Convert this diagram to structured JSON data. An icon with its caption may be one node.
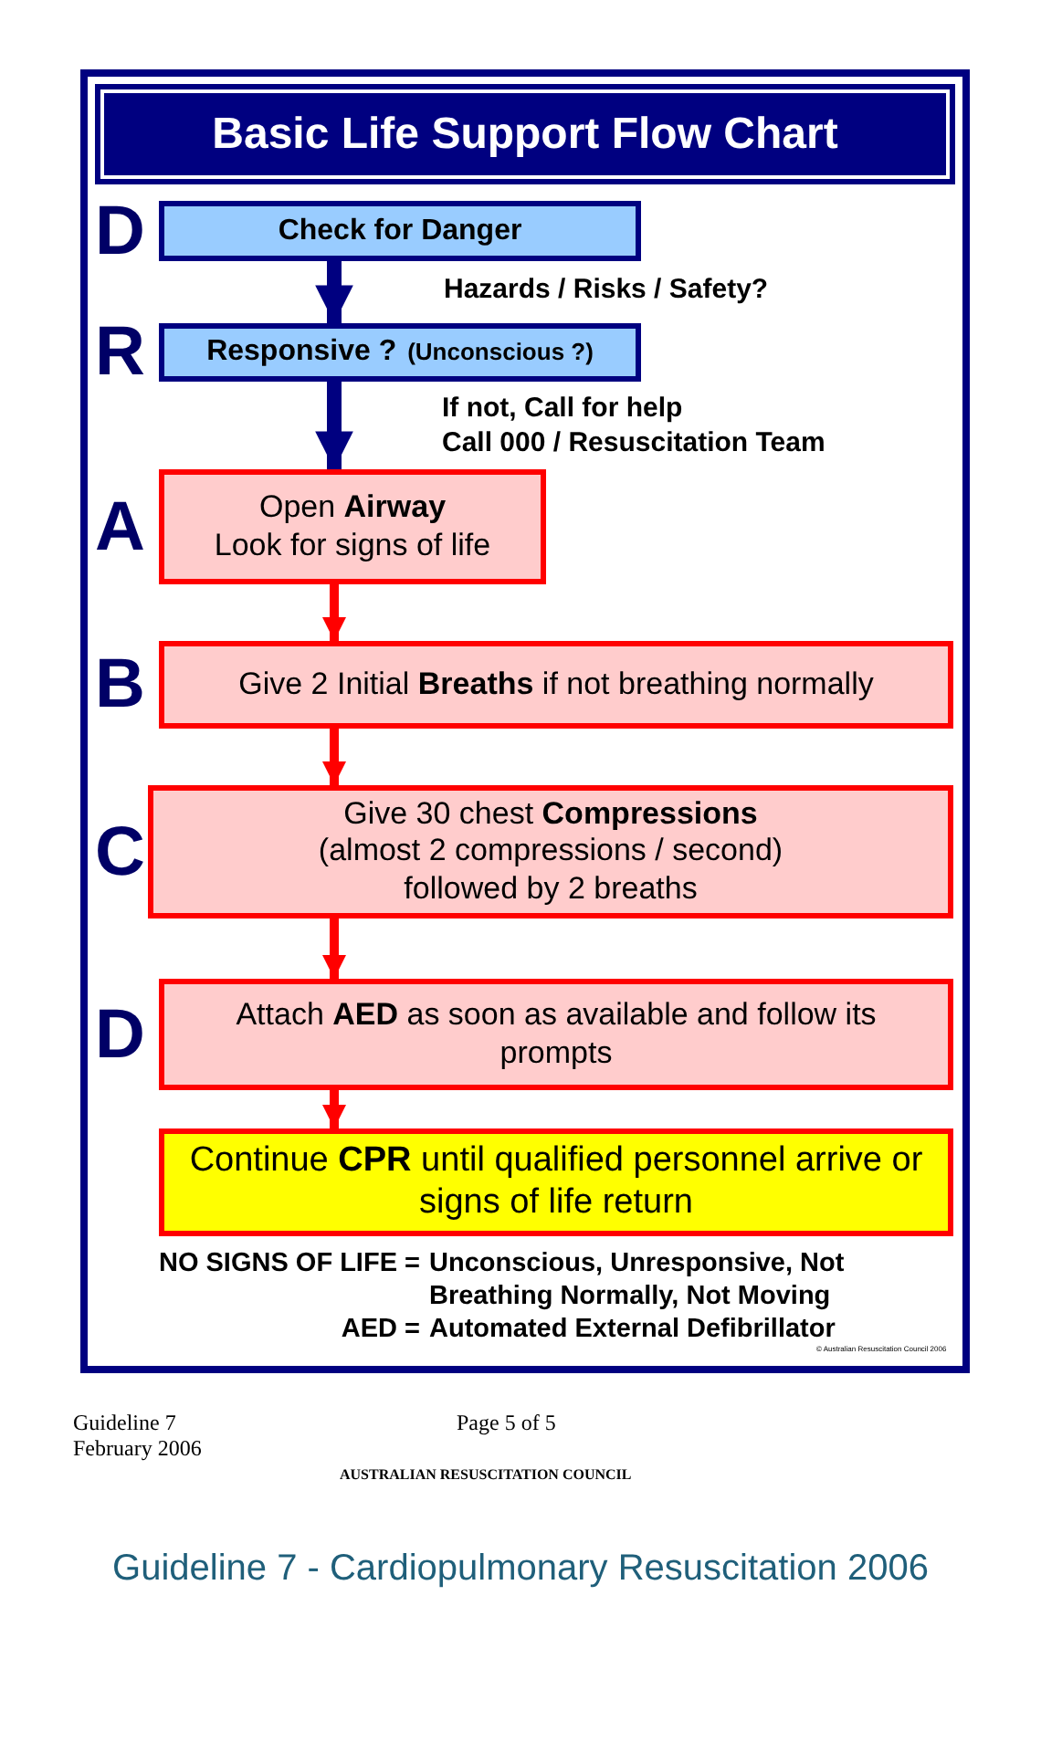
{
  "diagram": {
    "title": "Basic Life Support Flow Chart",
    "caption": "Guideline 7 - Cardiopulmonary Resuscitation 2006",
    "nodes": [
      {
        "text": [
          "Check for **Danger**"
        ],
        "beside": [
          "D"
        ]
      },
      {
        "text": [
          "Responsive ?",
          "(Unconscious ?)"
        ],
        "beside": [
          "R"
        ]
      },
      {
        "text": [
          "Open **Airway**",
          "Look for signs of life"
        ],
        "beside": [
          "A"
        ]
      },
      {
        "text": [
          "Give 2 Initial **Breaths** if not breathing normally"
        ],
        "beside": [
          "B"
        ]
      },
      {
        "text": [
          "Give 30 chest **Compressions**",
          "(almost 2 compressions / second)",
          "followed by 2 breaths"
        ],
        "beside": [
          "C"
        ]
      },
      {
        "text": [
          "Attach **AED** as soon as available and follow its prompts"
        ],
        "beside": [
          "D"
        ]
      },
      {
        "text": [
          "Continue **CPR** until qualified personnel arrive or signs of life return"
        ]
      }
    ],
    "edges": [
      {
        "from": 0,
        "to": 1,
        "arrow": "to",
        "color": "#000080"
      },
      {
        "from": 1,
        "to": 2,
        "arrow": "to",
        "color": "#000080"
      },
      {
        "from": 2,
        "to": 3,
        "arrow": "to"
      },
      {
        "from": 3,
        "to": 4,
        "arrow": "to"
      },
      {
        "from": 4,
        "to": 5,
        "arrow": "to"
      },
      {
        "from": 5,
        "to": 6,
        "arrow": "to"
      }
    ],
    "labels": [
      "Hazards / Risks / Safety?",
      "If not, Call for help",
      "Call 000 / Resuscitation Team",
      "NO SIGNS OF LIFE =",
      "Unconscious, Unresponsive, Not Breathing Normally, Not Moving",
      "AED =",
      "Automated External Defibrillator",
      "© Australian Resuscitation Council 2006",
      "Guideline 7",
      "February 2006",
      "Page 5 of 5",
      "AUSTRALIAN RESUSCITATION COUNCIL"
    ]
  }
}
